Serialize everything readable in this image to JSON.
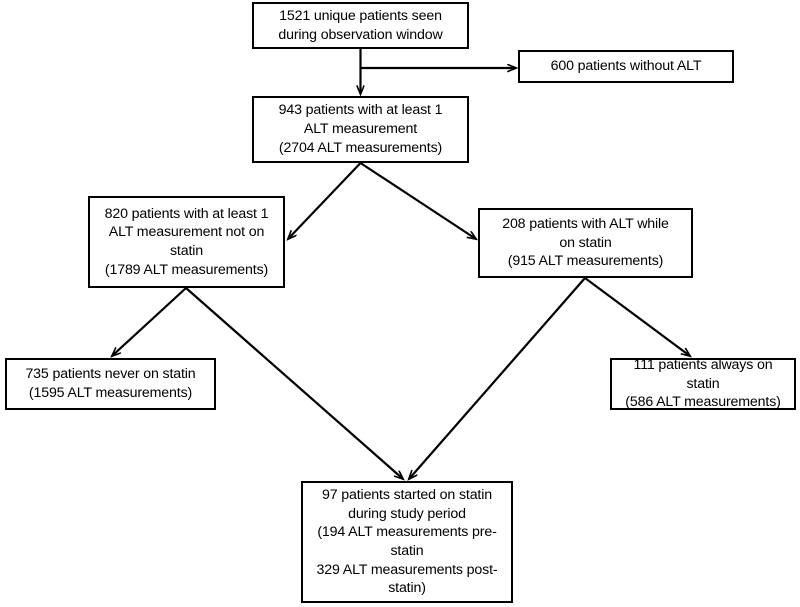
{
  "chart_data": {
    "type": "diagram",
    "title": "Patient cohort flow diagram (CONSORT-style)",
    "nodes": [
      {
        "id": "top",
        "text": "1521 unique patients seen\nduring observation window",
        "patients": 1521
      },
      {
        "id": "no_alt",
        "text": "600 patients without ALT",
        "patients": 600
      },
      {
        "id": "with_alt",
        "text": "943 patients with at least 1\nALT measurement\n(2704 ALT measurements)",
        "patients": 943,
        "measurements": 2704
      },
      {
        "id": "not_statin",
        "text": "820 patients with at least 1\nALT measurement not on\nstatin\n(1789 ALT measurements)",
        "patients": 820,
        "measurements": 1789
      },
      {
        "id": "on_statin",
        "text": "208 patients with ALT while\non statin\n(915 ALT measurements)",
        "patients": 208,
        "measurements": 915
      },
      {
        "id": "never_statin",
        "text": "735 patients never on statin\n(1595 ALT measurements)",
        "patients": 735,
        "measurements": 1595
      },
      {
        "id": "always_statin",
        "text": "111 patients always on statin\n(586 ALT measurements)",
        "patients": 111,
        "measurements": 586
      },
      {
        "id": "started_statin",
        "text": "97 patients started on statin\nduring study period\n(194 ALT measurements pre-\nstatin\n329 ALT measurements post-\nstatin)",
        "patients": 97,
        "measurements_pre": 194,
        "measurements_post": 329
      }
    ],
    "edges": [
      {
        "from": "top",
        "to": "with_alt"
      },
      {
        "from": "top",
        "to": "no_alt"
      },
      {
        "from": "with_alt",
        "to": "not_statin"
      },
      {
        "from": "with_alt",
        "to": "on_statin"
      },
      {
        "from": "not_statin",
        "to": "never_statin"
      },
      {
        "from": "not_statin",
        "to": "started_statin"
      },
      {
        "from": "on_statin",
        "to": "always_statin"
      },
      {
        "from": "on_statin",
        "to": "started_statin"
      }
    ],
    "colors": {
      "box_border": "#000000",
      "box_fill": "#ffffff",
      "arrow": "#000000",
      "text": "#000000",
      "background": "#ffffff"
    }
  },
  "flow": {
    "top": "1521 unique patients seen\nduring observation window",
    "no_alt": "600 patients without ALT",
    "with_alt": "943 patients with at least 1\nALT measurement\n(2704 ALT measurements)",
    "not_statin": "820 patients with at least 1\nALT measurement not on\nstatin\n(1789 ALT measurements)",
    "on_statin": "208 patients with ALT while\non statin\n(915 ALT measurements)",
    "never_statin": "735 patients never on statin\n(1595 ALT measurements)",
    "always_statin": "111 patients always on statin\n(586 ALT measurements)",
    "started_statin": "97 patients started on statin\nduring study period\n(194 ALT measurements pre-\nstatin\n329 ALT measurements post-\nstatin)"
  }
}
